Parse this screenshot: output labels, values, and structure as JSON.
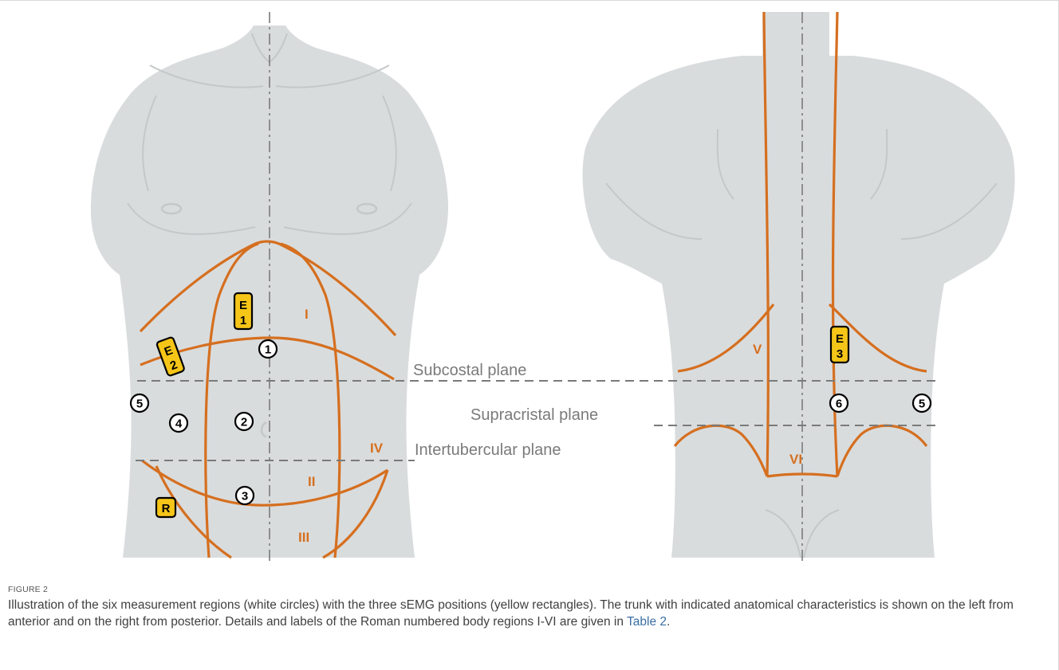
{
  "figure": {
    "plane_labels": {
      "subcostal": "Subcostal plane",
      "supracristal": "Supracristal plane",
      "intertubercular": "Intertubercular plane"
    },
    "regions": [
      "I",
      "II",
      "III",
      "IV",
      "V",
      "VI"
    ],
    "measurement_points": {
      "front": [
        "1",
        "2",
        "3",
        "4",
        "5"
      ],
      "back": [
        "6",
        "5"
      ]
    },
    "electrodes": {
      "e1": [
        "E",
        "1"
      ],
      "e2": [
        "E",
        "2"
      ],
      "e3": [
        "E",
        "3"
      ],
      "r": "R"
    },
    "colors": {
      "body": "#d9dcdd",
      "region_line": "#d56f1f",
      "electrode_fill": "#f5c518",
      "plane_line": "#7a7a7a"
    }
  },
  "caption": {
    "label": "FIGURE 2",
    "text_before": "Illustration of the six measurement regions (white circles) with the three sEMG positions (yellow rectangles). The trunk with indicated anatomical characteristics is shown on the left from anterior and on the right from posterior. Details and labels of the Roman numbered body regions I-VI are given in ",
    "link": "Table 2",
    "text_after": "."
  }
}
